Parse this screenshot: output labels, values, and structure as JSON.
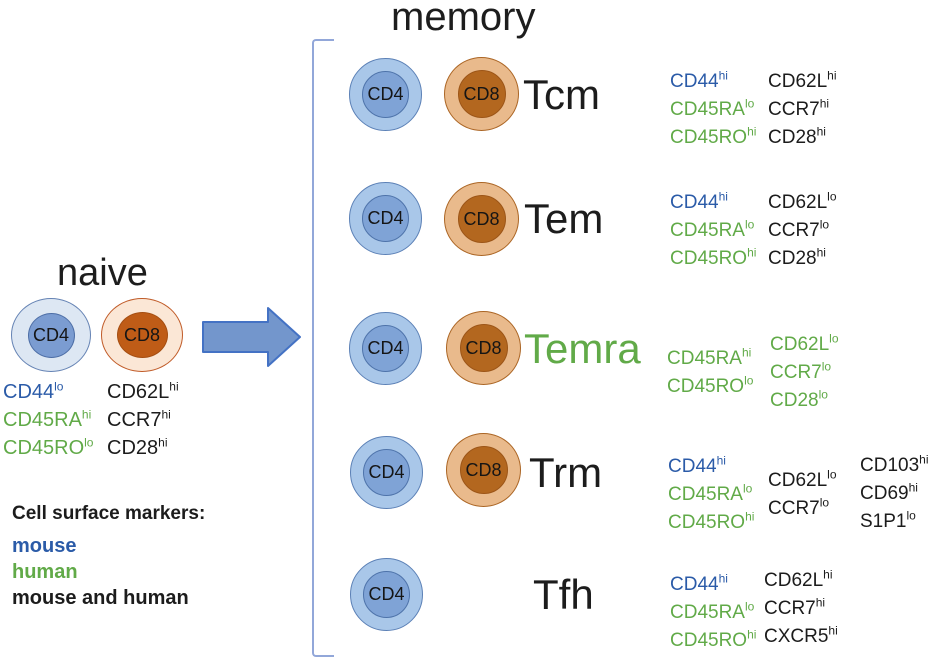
{
  "titles": {
    "memory": "memory",
    "naive": "naive"
  },
  "cells": {
    "cd4": "CD4",
    "cd8": "CD8"
  },
  "naive": {
    "col1": [
      {
        "base": "CD44",
        "sup": "lo",
        "color": "blue"
      },
      {
        "base": "CD45RA",
        "sup": "hi",
        "color": "green"
      },
      {
        "base": "CD45RO",
        "sup": "lo",
        "color": "green"
      }
    ],
    "col2": [
      {
        "base": "CD62L",
        "sup": "hi",
        "color": "black"
      },
      {
        "base": "CCR7",
        "sup": "hi",
        "color": "black"
      },
      {
        "base": "CD28",
        "sup": "hi",
        "color": "black"
      }
    ]
  },
  "memory": {
    "rows": [
      {
        "label": "Tcm",
        "label_color": "black",
        "col1": [
          {
            "base": "CD44",
            "sup": "hi",
            "color": "blue"
          },
          {
            "base": "CD45RA",
            "sup": "lo",
            "color": "green"
          },
          {
            "base": "CD45RO",
            "sup": "hi",
            "color": "green"
          }
        ],
        "col2": [
          {
            "base": "CD62L",
            "sup": "hi",
            "color": "black"
          },
          {
            "base": "CCR7",
            "sup": "hi",
            "color": "black"
          },
          {
            "base": "CD28",
            "sup": "hi",
            "color": "black"
          }
        ]
      },
      {
        "label": "Tem",
        "label_color": "black",
        "col1": [
          {
            "base": "CD44",
            "sup": "hi",
            "color": "blue"
          },
          {
            "base": "CD45RA",
            "sup": "lo",
            "color": "green"
          },
          {
            "base": "CD45RO",
            "sup": "hi",
            "color": "green"
          }
        ],
        "col2": [
          {
            "base": "CD62L",
            "sup": "lo",
            "color": "black"
          },
          {
            "base": "CCR7",
            "sup": "lo",
            "color": "black"
          },
          {
            "base": "CD28",
            "sup": "hi",
            "color": "black"
          }
        ]
      },
      {
        "label": "Temra",
        "label_color": "green",
        "col1": [
          {
            "base": "CD45RA",
            "sup": "hi",
            "color": "green"
          },
          {
            "base": "CD45RO",
            "sup": "lo",
            "color": "green"
          }
        ],
        "col2": [
          {
            "base": "CD62L",
            "sup": "lo",
            "color": "green"
          },
          {
            "base": "CCR7",
            "sup": "lo",
            "color": "green"
          },
          {
            "base": "CD28",
            "sup": "lo",
            "color": "green"
          }
        ]
      },
      {
        "label": "Trm",
        "label_color": "black",
        "col1": [
          {
            "base": "CD44",
            "sup": "hi",
            "color": "blue"
          },
          {
            "base": "CD45RA",
            "sup": "lo",
            "color": "green"
          },
          {
            "base": "CD45RO",
            "sup": "hi",
            "color": "green"
          }
        ],
        "col2": [
          {
            "base": "CD62L",
            "sup": "lo",
            "color": "black"
          },
          {
            "base": "CCR7",
            "sup": "lo",
            "color": "black"
          }
        ],
        "col3": [
          {
            "base": "CD103",
            "sup": "hi",
            "color": "black"
          },
          {
            "base": "CD69",
            "sup": "hi",
            "color": "black"
          },
          {
            "base": "S1P1",
            "sup": "lo",
            "color": "black"
          }
        ]
      },
      {
        "label": "Tfh",
        "label_color": "black",
        "col1": [
          {
            "base": "CD44",
            "sup": "hi",
            "color": "blue"
          },
          {
            "base": "CD45RA",
            "sup": "lo",
            "color": "green"
          },
          {
            "base": "CD45RO",
            "sup": "hi",
            "color": "green"
          }
        ],
        "col2": [
          {
            "base": "CD62L",
            "sup": "hi",
            "color": "black"
          },
          {
            "base": "CCR7",
            "sup": "hi",
            "color": "black"
          },
          {
            "base": "CXCR5",
            "sup": "hi",
            "color": "black"
          }
        ]
      }
    ]
  },
  "legend": {
    "title": "Cell surface markers:",
    "items": [
      {
        "label": "mouse",
        "color": "blue"
      },
      {
        "label": "human",
        "color": "green"
      },
      {
        "label": "mouse and human",
        "color": "black"
      }
    ]
  },
  "colors": {
    "mouse_blue": "#2b5ba8",
    "human_green": "#61aa48",
    "both_black": "#1c1c1c"
  }
}
